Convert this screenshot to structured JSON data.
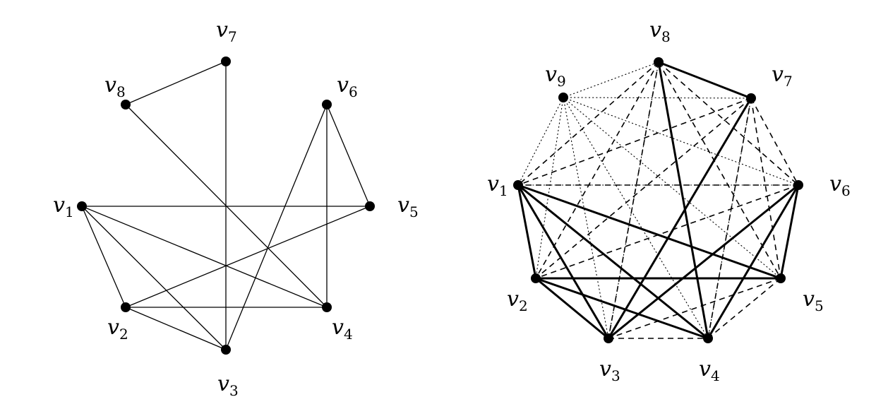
{
  "graphs": [
    {
      "id": "left",
      "vertices": [
        {
          "id": "v1",
          "name": "v",
          "sub": "1"
        },
        {
          "id": "v2",
          "name": "v",
          "sub": "2"
        },
        {
          "id": "v3",
          "name": "v",
          "sub": "3"
        },
        {
          "id": "v4",
          "name": "v",
          "sub": "4"
        },
        {
          "id": "v5",
          "name": "v",
          "sub": "5"
        },
        {
          "id": "v6",
          "name": "v",
          "sub": "6"
        },
        {
          "id": "v7",
          "name": "v",
          "sub": "7"
        },
        {
          "id": "v8",
          "name": "v",
          "sub": "8"
        }
      ],
      "edges": [
        [
          "v8",
          "v7",
          "thin"
        ],
        [
          "v8",
          "v4",
          "thin"
        ],
        [
          "v7",
          "v3",
          "thin"
        ],
        [
          "v6",
          "v5",
          "thin"
        ],
        [
          "v6",
          "v4",
          "thin"
        ],
        [
          "v6",
          "v3",
          "thin"
        ],
        [
          "v1",
          "v5",
          "thin"
        ],
        [
          "v1",
          "v2",
          "thin"
        ],
        [
          "v1",
          "v3",
          "thin"
        ],
        [
          "v1",
          "v4",
          "thin"
        ],
        [
          "v2",
          "v3",
          "thin"
        ],
        [
          "v2",
          "v4",
          "thin"
        ],
        [
          "v2",
          "v5",
          "thin"
        ]
      ]
    },
    {
      "id": "right",
      "vertices": [
        {
          "id": "v1",
          "name": "v",
          "sub": "1"
        },
        {
          "id": "v2",
          "name": "v",
          "sub": "2"
        },
        {
          "id": "v3",
          "name": "v",
          "sub": "3"
        },
        {
          "id": "v4",
          "name": "v",
          "sub": "4"
        },
        {
          "id": "v5",
          "name": "v",
          "sub": "5"
        },
        {
          "id": "v6",
          "name": "v",
          "sub": "6"
        },
        {
          "id": "v7",
          "name": "v",
          "sub": "7"
        },
        {
          "id": "v8",
          "name": "v",
          "sub": "8"
        },
        {
          "id": "v9",
          "name": "v",
          "sub": "9"
        }
      ],
      "edges": [
        [
          "v8",
          "v7",
          "bold"
        ],
        [
          "v8",
          "v4",
          "bold"
        ],
        [
          "v7",
          "v3",
          "bold"
        ],
        [
          "v6",
          "v5",
          "bold"
        ],
        [
          "v6",
          "v4",
          "bold"
        ],
        [
          "v6",
          "v3",
          "bold"
        ],
        [
          "v1",
          "v5",
          "bold"
        ],
        [
          "v1",
          "v2",
          "bold"
        ],
        [
          "v1",
          "v3",
          "bold"
        ],
        [
          "v1",
          "v4",
          "bold"
        ],
        [
          "v2",
          "v3",
          "bold"
        ],
        [
          "v2",
          "v4",
          "bold"
        ],
        [
          "v2",
          "v5",
          "bold"
        ],
        [
          "v8",
          "v1",
          "dashed"
        ],
        [
          "v8",
          "v2",
          "dashed"
        ],
        [
          "v8",
          "v3",
          "dashed"
        ],
        [
          "v8",
          "v5",
          "dashed"
        ],
        [
          "v8",
          "v6",
          "dashed"
        ],
        [
          "v7",
          "v1",
          "dashed"
        ],
        [
          "v7",
          "v2",
          "dashed"
        ],
        [
          "v7",
          "v4",
          "dashed"
        ],
        [
          "v7",
          "v5",
          "dashed"
        ],
        [
          "v7",
          "v6",
          "dashed"
        ],
        [
          "v6",
          "v1",
          "dashed"
        ],
        [
          "v6",
          "v2",
          "dashed"
        ],
        [
          "v5",
          "v3",
          "dashed"
        ],
        [
          "v5",
          "v4",
          "dashed"
        ],
        [
          "v3",
          "v4",
          "dashed"
        ],
        [
          "v9",
          "v1",
          "dotted"
        ],
        [
          "v9",
          "v2",
          "dotted"
        ],
        [
          "v9",
          "v3",
          "dotted"
        ],
        [
          "v9",
          "v4",
          "dotted"
        ],
        [
          "v9",
          "v5",
          "dotted"
        ],
        [
          "v9",
          "v6",
          "dotted"
        ],
        [
          "v9",
          "v7",
          "dotted"
        ],
        [
          "v9",
          "v8",
          "dotted"
        ],
        [
          "v1",
          "v6",
          "dotted"
        ],
        [
          "v2",
          "v5",
          "dotted"
        ],
        [
          "v3",
          "v8",
          "dotted"
        ],
        [
          "v4",
          "v7",
          "dotted"
        ]
      ]
    }
  ]
}
